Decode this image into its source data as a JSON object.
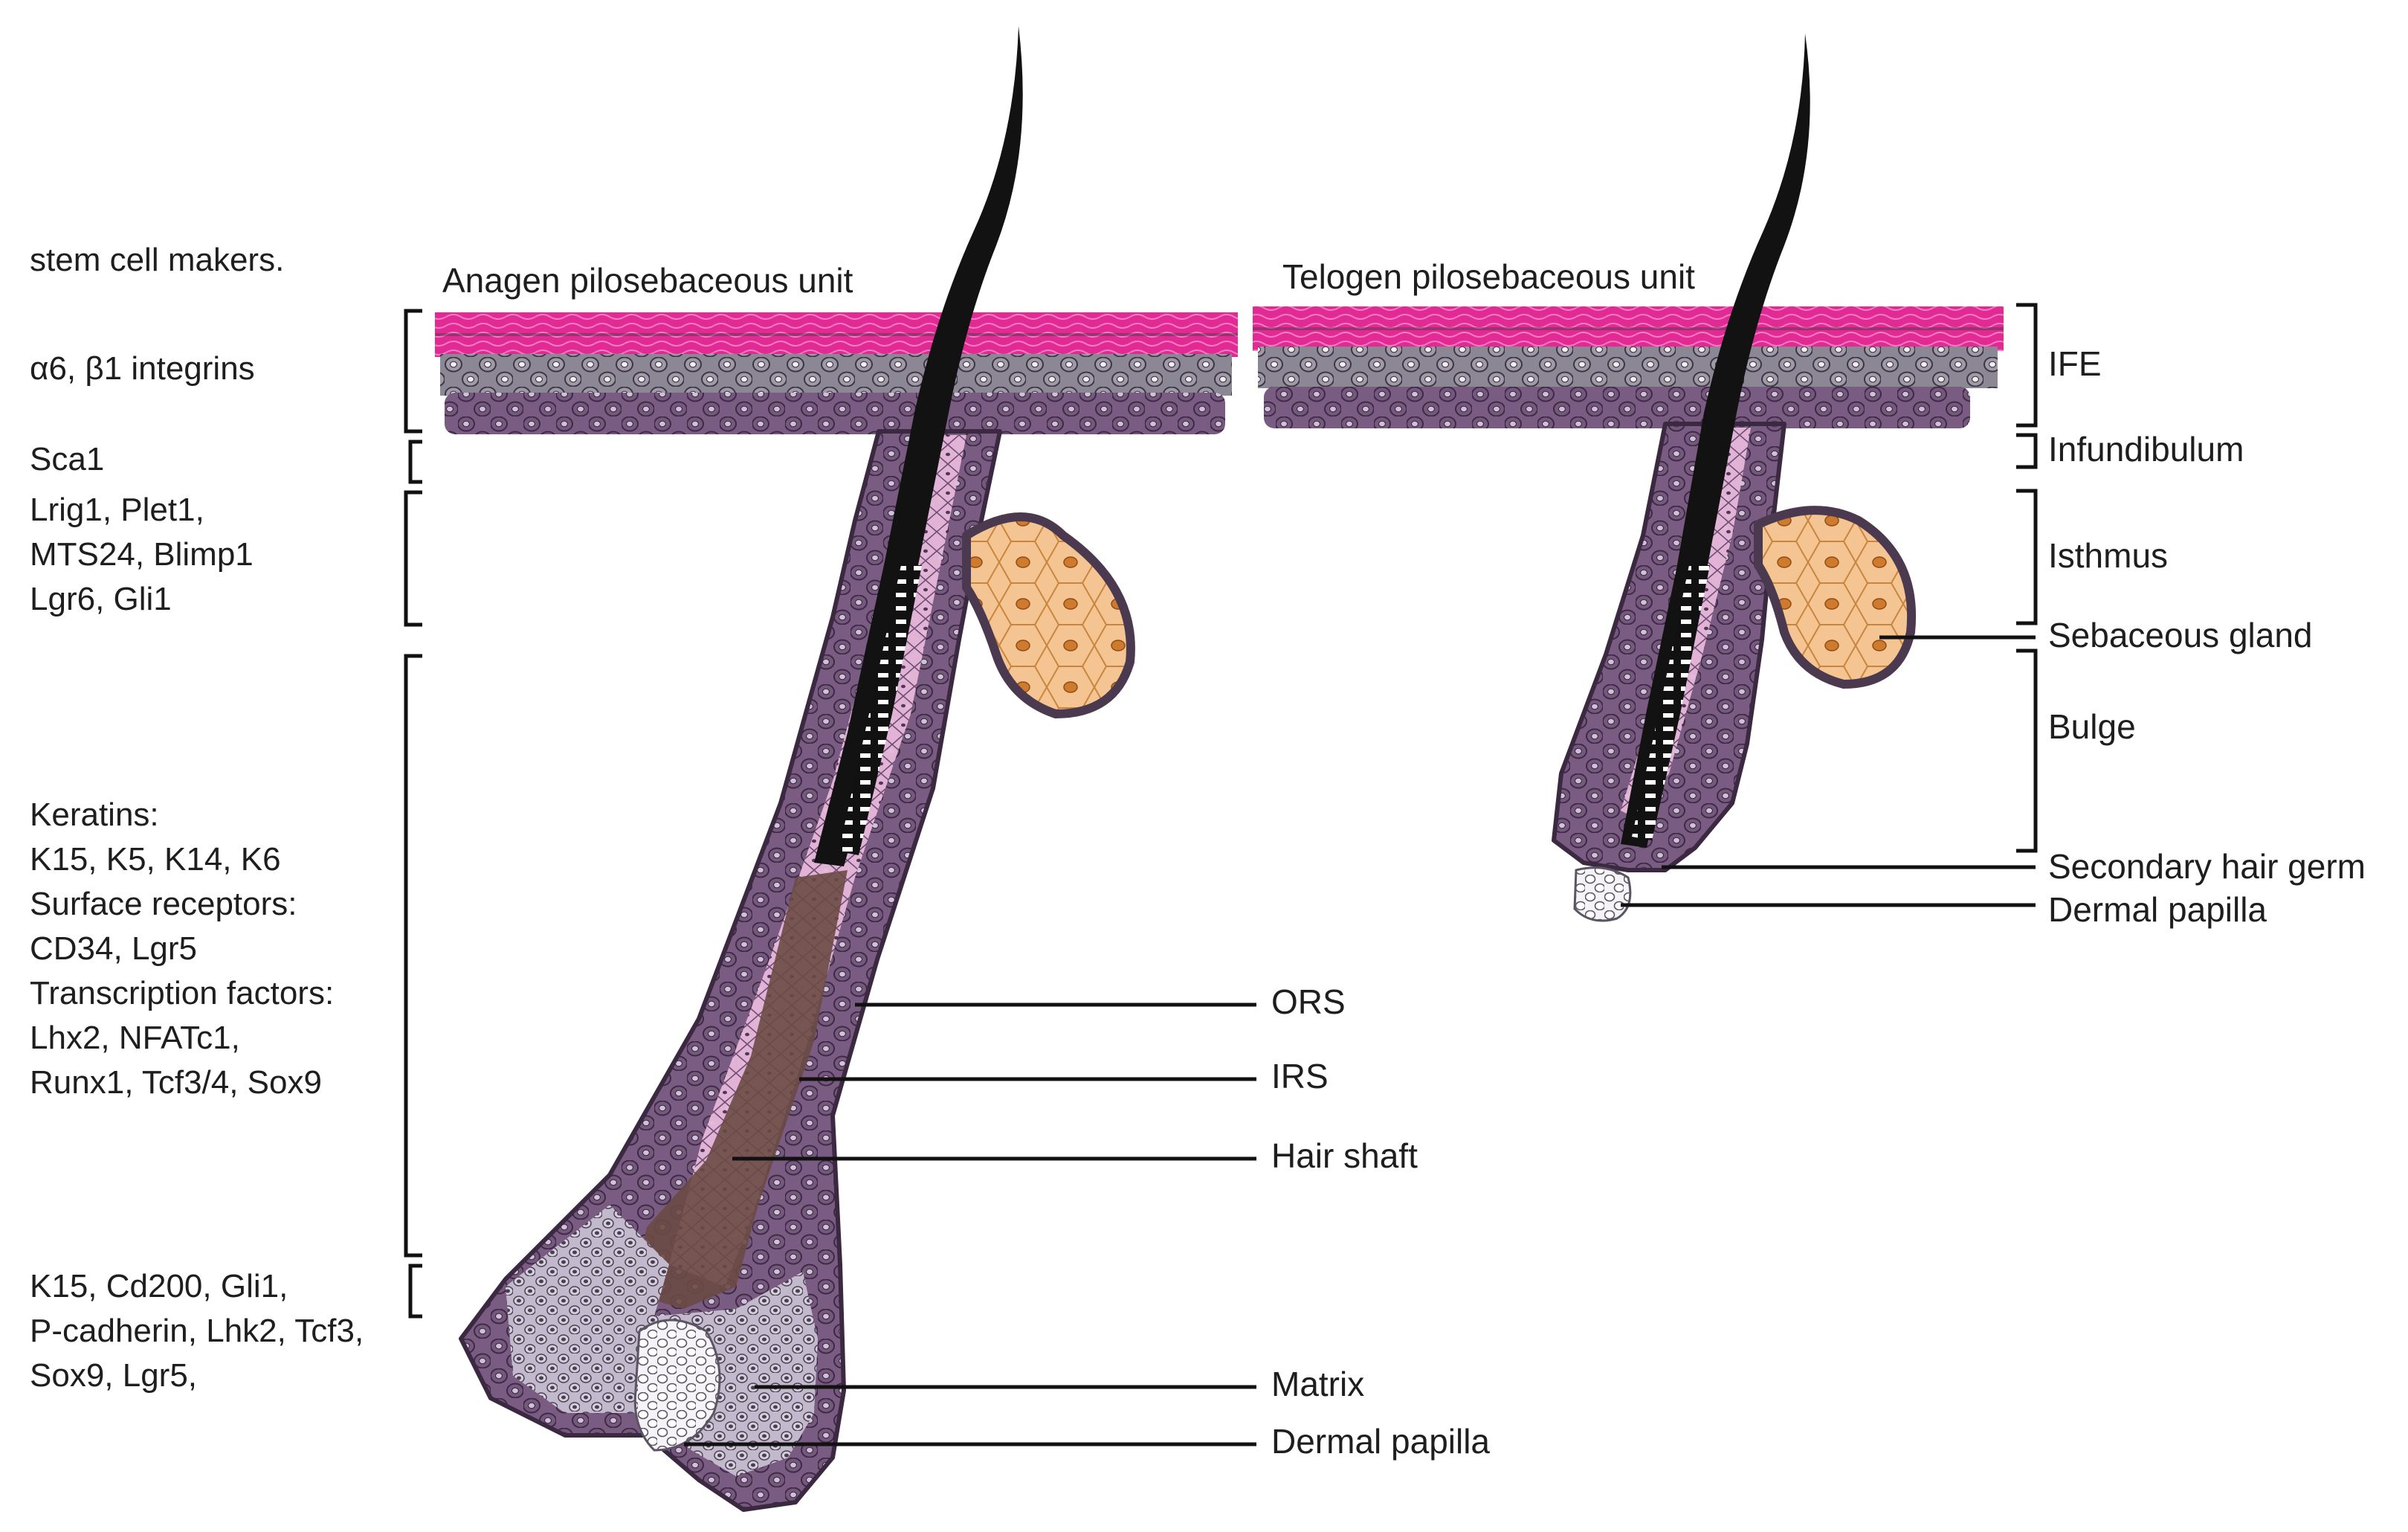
{
  "titles": {
    "anagen": "Anagen pilosebaceous unit",
    "telogen": "Telogen pilosebaceous unit"
  },
  "left_markers": {
    "header": "stem cell makers.",
    "ife": [
      "α6, β1 integrins"
    ],
    "infundibulum": [
      "Sca1"
    ],
    "isthmus": [
      "Lrig1, Plet1,",
      "MTS24, Blimp1",
      "Lgr6, Gli1"
    ],
    "bulge": [
      "Keratins:",
      "K15, K5, K14, K6",
      "Surface receptors:",
      "CD34, Lgr5",
      "Transcription factors:",
      "Lhx2, NFATc1,",
      "Runx1, Tcf3/4, Sox9"
    ],
    "hair_germ": [
      "K15, Cd200, Gli1,",
      "P-cadherin, Lhk2, Tcf3,",
      "Sox9, Lgr5,"
    ]
  },
  "region_labels": {
    "ife": "IFE",
    "infundibulum": "Infundibulum",
    "isthmus": "Isthmus",
    "sebaceous_gland": "Sebaceous gland",
    "bulge": "Bulge",
    "secondary_hair_germ": "Secondary hair germ",
    "dermal_papilla_telogen": "Dermal papilla"
  },
  "anagen_labels": {
    "ors": "ORS",
    "irs": "IRS",
    "hair_shaft": "Hair shaft",
    "matrix": "Matrix",
    "dermal_papilla": "Dermal papilla"
  },
  "colors": {
    "epidermis_top": "#e0208f",
    "epidermis_mid": "#b9a1b2",
    "basal_cell": "#6f5377",
    "cell_outline": "#3f2b45",
    "irs_pink": "#e7b7da",
    "hair_shaft": "#111111",
    "hair_core": "#6d4b45",
    "sebaceous": "#f3c08c",
    "sebaceous_nucleus": "#d0782c",
    "matrix_light": "#bdb3c6",
    "dermal_papilla": "#f4f1f6"
  }
}
